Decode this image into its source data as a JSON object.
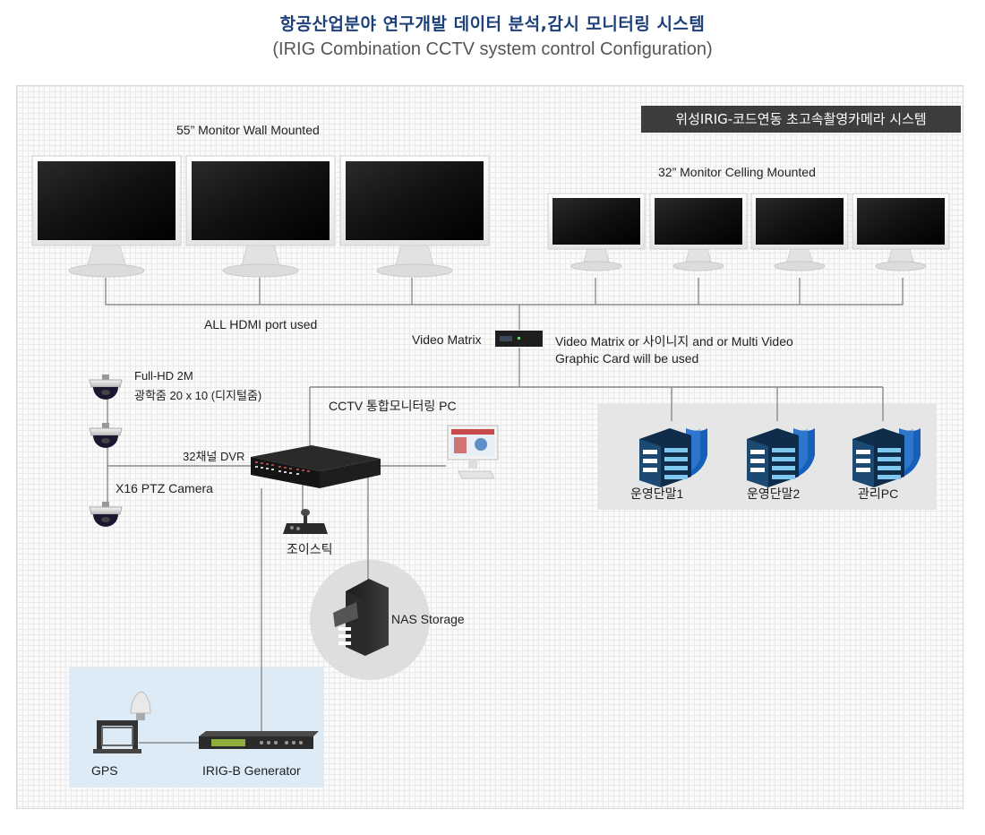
{
  "header": {
    "title": "항공산업분야 연구개발 데이터 분석,감시 모니터링 시스템",
    "subtitle": "(IRIG Combination CCTV system control Configuration)"
  },
  "badge": "위성IRIG-코드연동 초고속촬영카메라 시스템",
  "labels": {
    "monitor_wall": "55” Monitor Wall Mounted",
    "monitor_ceiling": "32” Monitor Celling Mounted",
    "hdmi": "ALL HDMI port used",
    "video_matrix": "Video Matrix",
    "video_matrix_note_1": "Video Matrix or 사이니지 and or Multi Video",
    "video_matrix_note_2": "Graphic Card will be used",
    "camera_spec_1": "Full-HD 2M",
    "camera_spec_2": "광학줌 20 x 10 (디지털줌)",
    "dvr": "32채널 DVR",
    "ptz": "X16 PTZ Camera",
    "cctv_pc": "CCTV 통합모니터링 PC",
    "joystick": "조이스틱",
    "nas": "NAS Storage",
    "gps": "GPS",
    "irig": "IRIG-B Generator",
    "terminal_1": "운영단말1",
    "terminal_2": "운영단말2",
    "admin_pc": "관리PC"
  },
  "colors": {
    "title": "#1d3f7a",
    "line": "#8a8a8a",
    "server_panel": "#e6e6e6",
    "gps_panel": "#dcebf6",
    "shield": "#1560b8"
  }
}
